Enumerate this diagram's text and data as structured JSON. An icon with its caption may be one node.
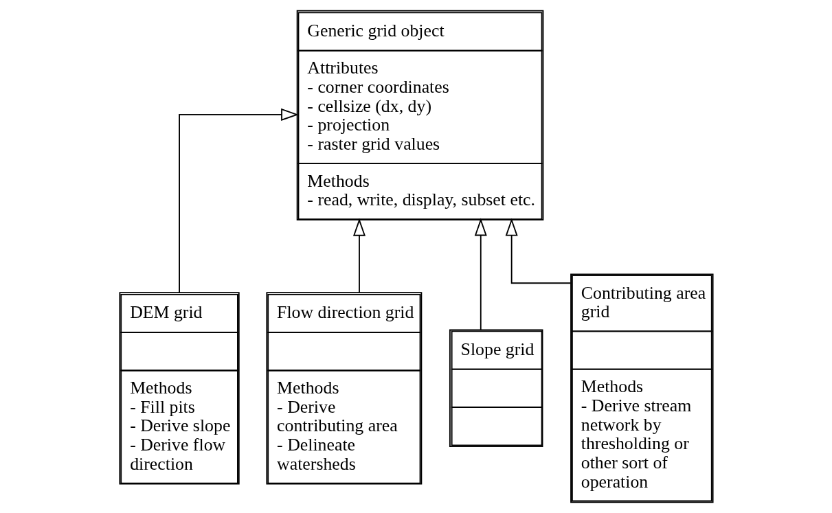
{
  "diagram": {
    "nodes": [
      {
        "text": [
          "Generic grid object",
          "Attributes",
          "- corner coordinates",
          "- cellsize (dx, dy)",
          "- projection",
          "- raster grid values",
          "Methods",
          "- read, write, display, subset etc."
        ]
      },
      {
        "text": [
          "DEM grid",
          "Methods",
          "- Fill pits",
          "- Derive slope",
          "- Derive flow direction"
        ]
      },
      {
        "text": [
          "Flow direction grid",
          "Methods",
          "- Derive contributing area",
          "- Delineate watersheds"
        ]
      },
      {
        "text": [
          "Slope grid"
        ]
      },
      {
        "text": [
          "Contributing area grid",
          "Methods",
          "- Derive stream network by thresholding or other sort of operation"
        ]
      }
    ],
    "edges": [
      {
        "from": 1,
        "to": 0,
        "arrow": "to"
      },
      {
        "from": 2,
        "to": 0,
        "arrow": "to"
      },
      {
        "from": 3,
        "to": 0,
        "arrow": "to"
      },
      {
        "from": 4,
        "to": 0,
        "arrow": "to"
      }
    ]
  }
}
